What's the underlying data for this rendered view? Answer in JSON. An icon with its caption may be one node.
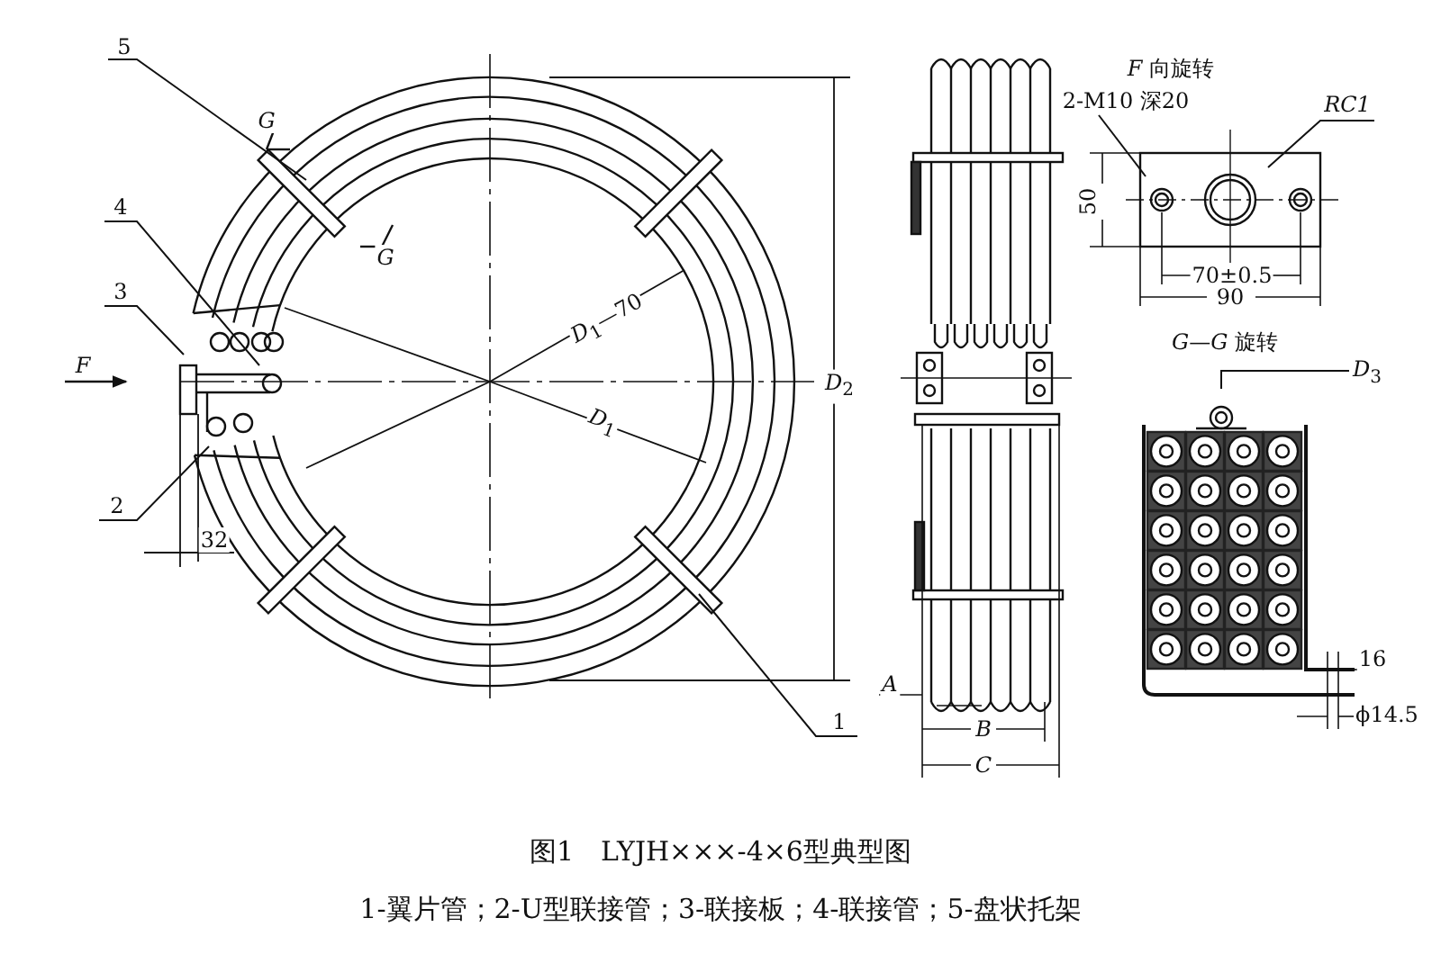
{
  "diagram": {
    "title": "图1　LYJH×××-4×6型典型图",
    "caption": "1-翼片管；2-U型联接管；3-联接板；4-联接管；5-盘状托架",
    "nodes": [
      {
        "text": [
          "5"
        ]
      },
      {
        "text": [
          "4"
        ]
      },
      {
        "text": [
          "3"
        ]
      },
      {
        "text": [
          "2"
        ]
      },
      {
        "text": [
          "1"
        ]
      },
      {
        "text": [
          "2-M10 深20"
        ]
      },
      {
        "text": [
          "RC1"
        ]
      },
      {
        "text": [
          "*D*$_{3}$"
        ]
      }
    ],
    "edges": [
      {
        "from": 0,
        "to": null,
        "arrow": "none"
      },
      {
        "from": 1,
        "to": null,
        "arrow": "none"
      },
      {
        "from": 2,
        "to": null,
        "arrow": "none"
      },
      {
        "from": 3,
        "to": null,
        "arrow": "none"
      },
      {
        "from": 4,
        "to": null,
        "arrow": "none"
      },
      {
        "from": 5,
        "to": null,
        "arrow": "none"
      },
      {
        "from": 6,
        "to": null,
        "arrow": "none"
      },
      {
        "from": 7,
        "to": null,
        "arrow": "none"
      }
    ],
    "labels": [
      "*F* 向旋转",
      "G",
      "G",
      "50",
      "*D*$_{1}$—70",
      "70±0.5",
      "90",
      "*G*—*G* 旋转",
      "F",
      "*D*$_{2}$",
      "*D*$_{1}$",
      "32",
      "16",
      "ϕ14.5",
      "A",
      "B",
      "C"
    ]
  }
}
